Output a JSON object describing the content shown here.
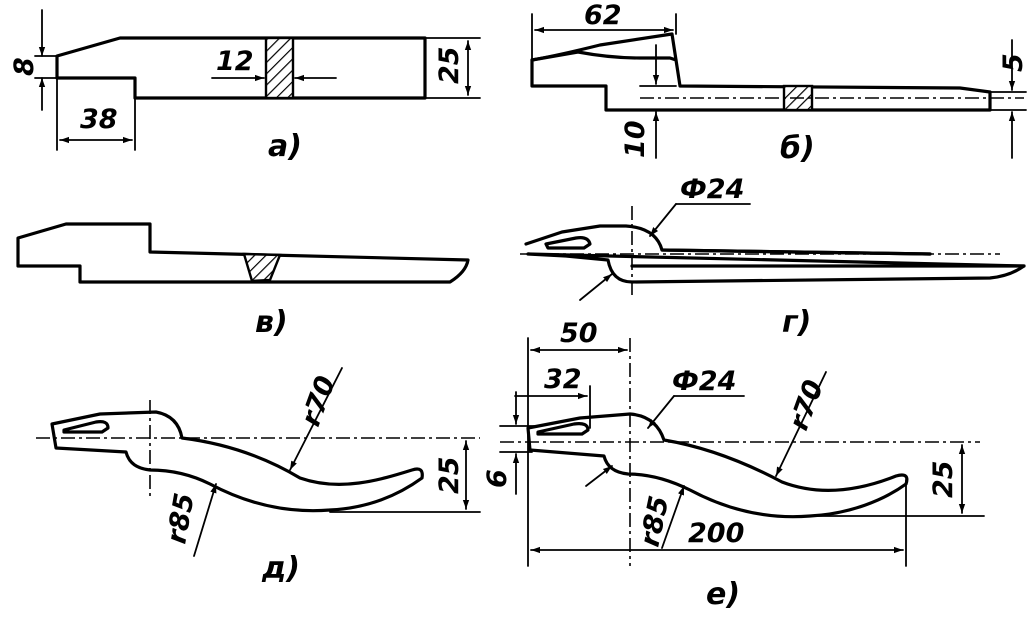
{
  "views": [
    {
      "id": "a",
      "caption": "а)",
      "dims": {
        "left_height": "8",
        "step_length": "38",
        "section_width": "12",
        "right_height": "25"
      }
    },
    {
      "id": "b",
      "caption": "б)",
      "dims": {
        "head_length": "62",
        "step_height": "10",
        "tip_height": "5"
      }
    },
    {
      "id": "v",
      "caption": "в)",
      "dims": {}
    },
    {
      "id": "g",
      "caption": "г)",
      "dims": {
        "hole_diameter": "Ф24"
      }
    },
    {
      "id": "d",
      "caption": "д)",
      "dims": {
        "radius_upper": "r70",
        "radius_lower": "r85",
        "drop_height": "25"
      }
    },
    {
      "id": "e",
      "caption": "е)",
      "dims": {
        "head_length": "50",
        "slot_length": "32",
        "hole_diameter": "Ф24",
        "radius_upper": "r70",
        "radius_lower": "r85",
        "slot_depth": "6",
        "drop_height": "25",
        "total_length": "200"
      }
    }
  ]
}
